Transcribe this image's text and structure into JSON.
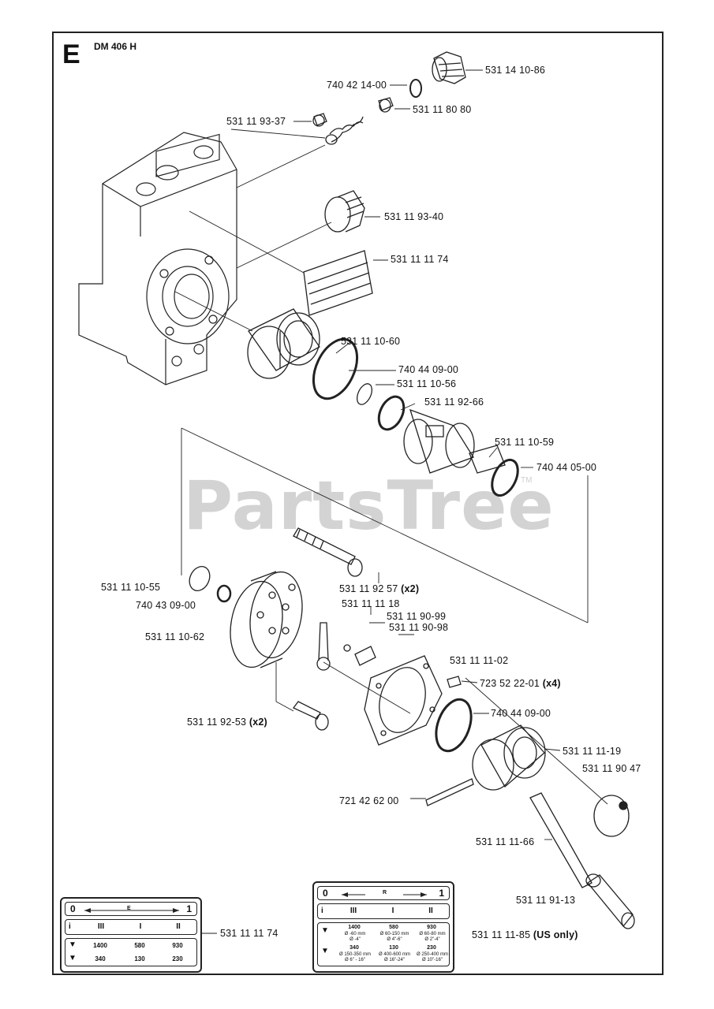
{
  "section": "E",
  "model": "DM 406 H",
  "watermark": "PartsTree",
  "watermark_tm": "TM",
  "parts": [
    {
      "id": "p1",
      "number": "531 14 10-86"
    },
    {
      "id": "p2",
      "number": "740 42 14-00"
    },
    {
      "id": "p3",
      "number": "531 11 80 80"
    },
    {
      "id": "p4",
      "number": "531 11 93-37"
    },
    {
      "id": "p5",
      "number": "531 11 93-40"
    },
    {
      "id": "p6",
      "number": "531 11 11 74"
    },
    {
      "id": "p7",
      "number": "531 11 10-60"
    },
    {
      "id": "p8",
      "number": "740 44 09-00"
    },
    {
      "id": "p9",
      "number": "531 11 10-56"
    },
    {
      "id": "p10",
      "number": "531 11 92-66"
    },
    {
      "id": "p11",
      "number": "531 11 10-59"
    },
    {
      "id": "p12",
      "number": "740 44 05-00"
    },
    {
      "id": "p13",
      "number": "531 11 10-55"
    },
    {
      "id": "p14",
      "number": "531 11 92 57",
      "qty": "(x2)"
    },
    {
      "id": "p15",
      "number": "740 43 09-00"
    },
    {
      "id": "p16",
      "number": "531 11 11 18"
    },
    {
      "id": "p17",
      "number": "531 11 90-99"
    },
    {
      "id": "p18",
      "number": "531 11 90-98"
    },
    {
      "id": "p19",
      "number": "531 11 10-62"
    },
    {
      "id": "p20",
      "number": "531 11 11-02"
    },
    {
      "id": "p21",
      "number": "723 52 22-01",
      "qty": "(x4)"
    },
    {
      "id": "p22",
      "number": "740 44 09-00"
    },
    {
      "id": "p23",
      "number": "531 11 92-53",
      "qty": "(x2)"
    },
    {
      "id": "p24",
      "number": "531 11 11-19"
    },
    {
      "id": "p25",
      "number": "531 11 90 47"
    },
    {
      "id": "p26",
      "number": "721 42 62 00"
    },
    {
      "id": "p27",
      "number": "531 11 11-66"
    },
    {
      "id": "p28",
      "number": "531 11 91-13"
    },
    {
      "id": "p29",
      "number": "531 11 11 74"
    },
    {
      "id": "p30",
      "number": "531 11 11-85",
      "qty": "(US only)"
    }
  ],
  "decal_left": {
    "row1": {
      "left": "0",
      "right": "1",
      "mid": "E"
    },
    "gears": [
      "III",
      "I",
      "II"
    ],
    "rpm_load": [
      "1400",
      "580",
      "930"
    ],
    "rpm_idle": [
      "340",
      "130",
      "230"
    ]
  },
  "decal_right": {
    "row1": {
      "left": "0",
      "right": "1",
      "mid": "R"
    },
    "gears": [
      "III",
      "I",
      "II"
    ],
    "rpm_load": [
      "1400",
      "580",
      "930"
    ],
    "rpm_idle": [
      "340",
      "130",
      "230"
    ],
    "dia_load": [
      "Ø -60 mm\nØ -4\"",
      "Ø 60-150 mm\nØ 4\"-6\"",
      "Ø 60-80 mm\nØ 2\"-4\""
    ],
    "dia_idle": [
      "Ø 150-350 mm\nØ 6\" - 16\"",
      "Ø 400-600 mm\nØ 16\"-24\"",
      "Ø 250-400 mm\nØ 10\"-16\""
    ]
  }
}
